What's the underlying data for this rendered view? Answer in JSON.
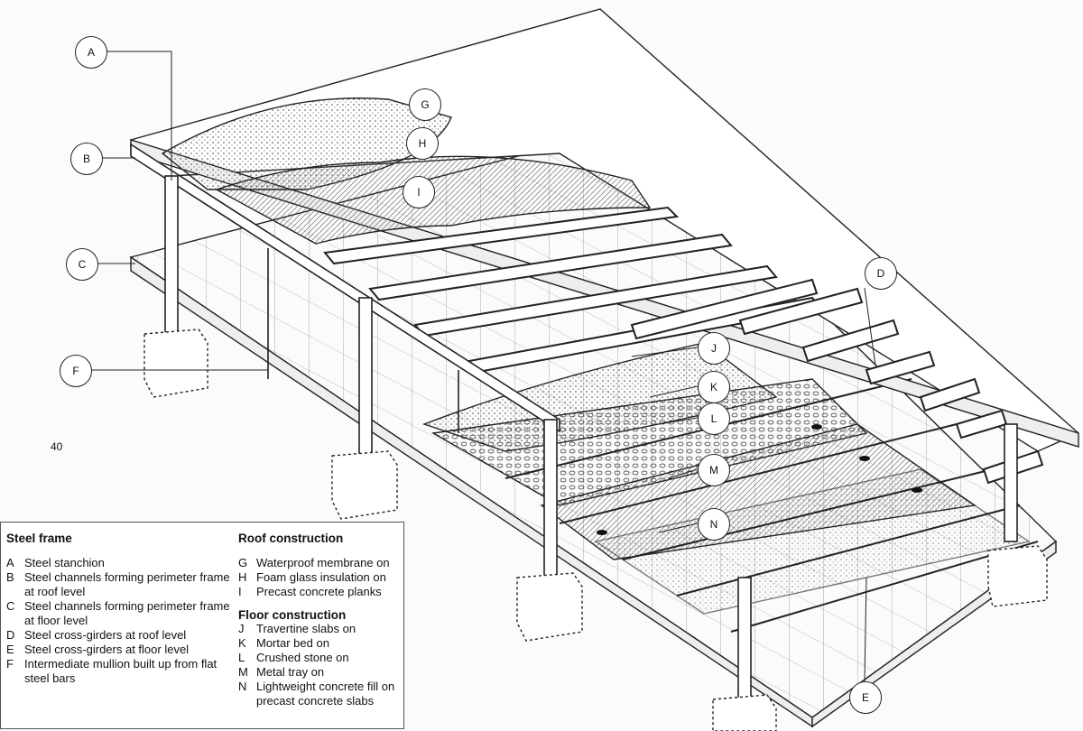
{
  "page_number": "40",
  "callouts": [
    "A",
    "B",
    "C",
    "D",
    "E",
    "F",
    "G",
    "H",
    "I",
    "J",
    "K",
    "L",
    "M",
    "N"
  ],
  "legend": {
    "steel_frame": {
      "title": "Steel frame",
      "items": [
        {
          "key": "A",
          "text": "Steel stanchion"
        },
        {
          "key": "B",
          "text": "Steel channels forming perimeter frame at roof level"
        },
        {
          "key": "C",
          "text": "Steel channels forming perimeter frame at floor level"
        },
        {
          "key": "D",
          "text": "Steel cross-girders at roof level"
        },
        {
          "key": "E",
          "text": "Steel cross-girders at floor level"
        },
        {
          "key": "F",
          "text": "Intermediate mullion built up from flat steel bars"
        }
      ]
    },
    "roof": {
      "title": "Roof construction",
      "items": [
        {
          "key": "G",
          "text": "Waterproof membrane on"
        },
        {
          "key": "H",
          "text": "Foam glass insulation on"
        },
        {
          "key": "I",
          "text": "Precast concrete planks"
        }
      ]
    },
    "floor": {
      "title": "Floor construction",
      "items": [
        {
          "key": "J",
          "text": "Travertine slabs on"
        },
        {
          "key": "K",
          "text": "Mortar bed on"
        },
        {
          "key": "L",
          "text": "Crushed stone on"
        },
        {
          "key": "M",
          "text": "Metal tray on"
        },
        {
          "key": "N",
          "text": "Lightweight concrete fill on precast concrete slabs"
        }
      ]
    }
  }
}
